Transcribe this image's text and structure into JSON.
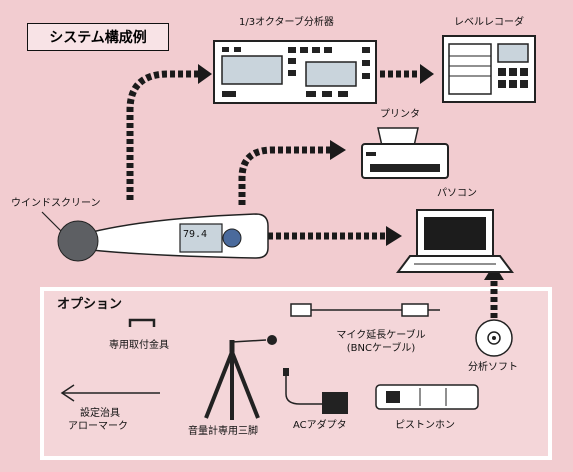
{
  "title": "システム構成例",
  "devices": {
    "analyzer": "1/3オクターブ分析器",
    "level_recorder": "レベルレコーダ",
    "printer": "プリンタ",
    "pc": "パソコン",
    "windscreen": "ウインドスクリーン"
  },
  "meter_display": "79.4",
  "options": {
    "heading": "オプション",
    "bracket": "専用取付金具",
    "cable_line1": "マイク延長ケーブル",
    "cable_line2": "(BNCケーブル)",
    "software": "分析ソフト",
    "tool_line1": "設定治具",
    "tool_line2": "アローマーク",
    "tripod": "音量計専用三脚",
    "ac_adapter": "ACアダプタ",
    "pistonphone": "ピストンホン"
  },
  "colors": {
    "background": "#f2ccd0",
    "arrow": "#1a1a1a",
    "device_fill": "#ffffff",
    "screen": "#c9d4dc",
    "option_border": "#ffffff"
  }
}
